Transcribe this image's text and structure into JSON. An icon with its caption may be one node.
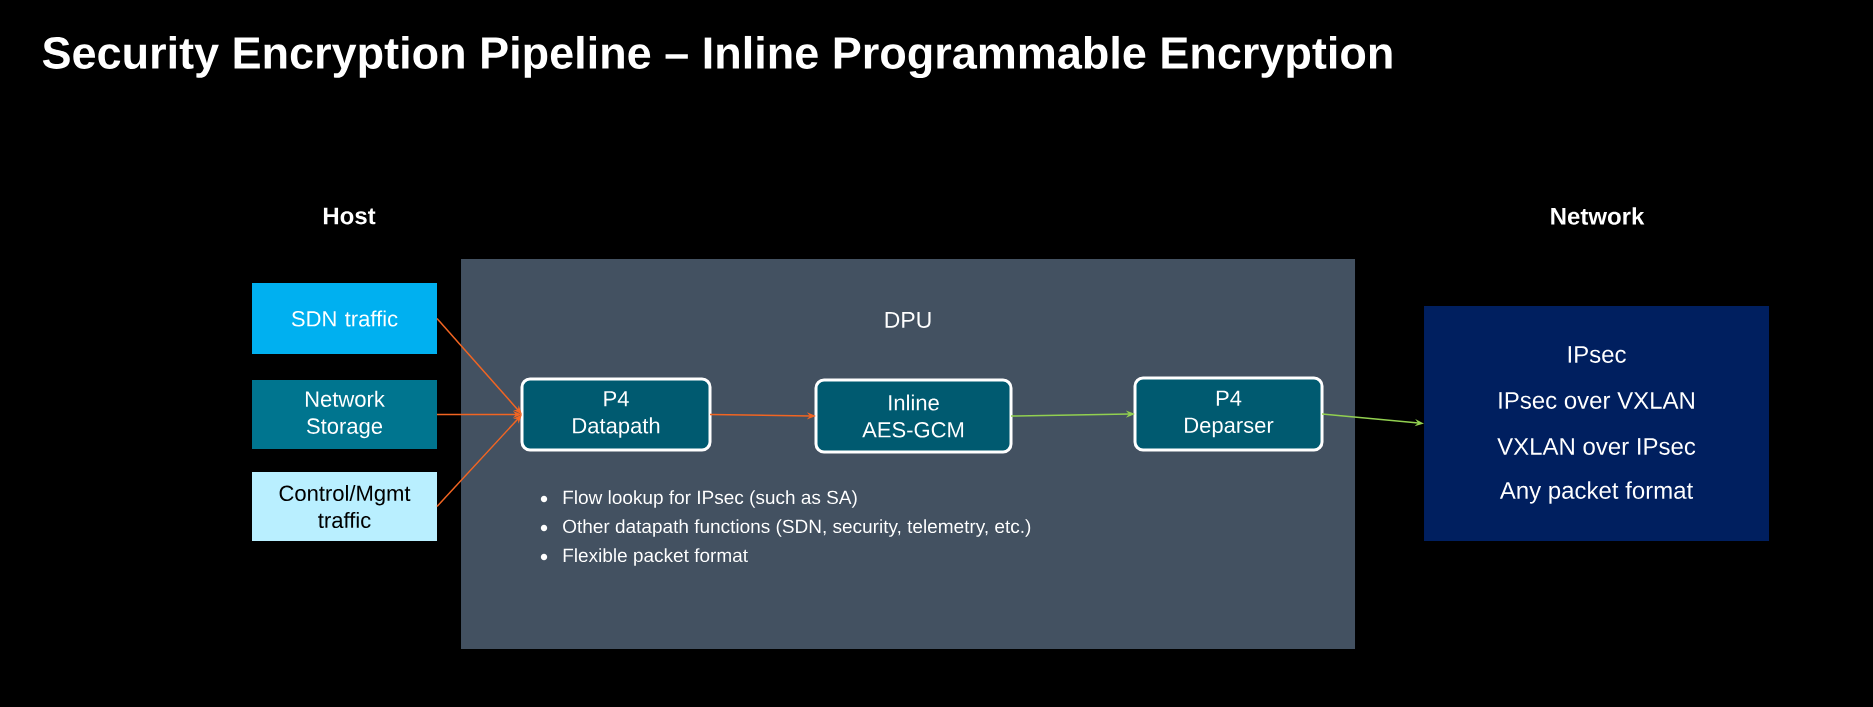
{
  "diagram": {
    "title": "Security Encryption Pipeline – Inline Programmable Encryption",
    "nodes": [
      {
        "text": [
          "SDN traffic"
        ]
      },
      {
        "text": [
          "Network Storage"
        ]
      },
      {
        "text": [
          "Control/Mgmt traffic"
        ]
      },
      {
        "text": [
          "DPU",
          "Flow lookup for IPsec (such as SA)",
          "Other datapath functions (SDN, security, telemetry, etc.)",
          "Flexible packet format"
        ]
      },
      {
        "text": [
          "P4 Datapath"
        ],
        "in": 3
      },
      {
        "text": [
          "Inline AES-GCM"
        ],
        "in": 3
      },
      {
        "text": [
          "P4 Deparser"
        ],
        "in": 3
      },
      {
        "text": [
          "IPsec",
          "IPsec over VXLAN",
          "VXLAN over IPsec",
          "Any packet format"
        ]
      }
    ],
    "edges": [
      {
        "from": 0,
        "to": 4,
        "arrow": "to"
      },
      {
        "from": 1,
        "to": 4,
        "arrow": "to"
      },
      {
        "from": 2,
        "to": 4,
        "arrow": "to"
      },
      {
        "from": 4,
        "to": 5,
        "arrow": "to"
      },
      {
        "from": 5,
        "to": 6,
        "arrow": "to",
        "color": "#92d050"
      },
      {
        "from": 6,
        "to": 7,
        "arrow": "to",
        "color": "#92d050"
      }
    ],
    "labels": [
      "Host",
      "Network"
    ]
  }
}
